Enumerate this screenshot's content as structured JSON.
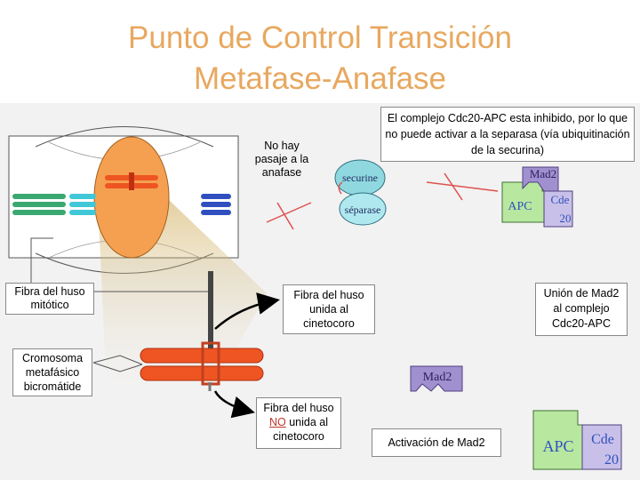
{
  "title": {
    "line1": "Punto de Control Transición",
    "line2": "Metafase-Anafase"
  },
  "labels": {
    "no_pasaje": "No hay pasaje a la anafase",
    "complejo_inhibido": "El complejo Cdc20-APC esta inhibido, por lo que no puede activar a la separasa (vía ubiquitinación de la securina)",
    "fibra_huso_mitotico": "Fibra del huso mitótico",
    "fibra_unida": "Fibra del huso unida al cinetocoro",
    "union_mad2": "Unión de Mad2 al complejo Cdc20-APC",
    "cromosoma": "Cromosoma metafásico bicromátide",
    "fibra_no_unida_pre": "Fibra del huso",
    "fibra_no_unida_no": "NO",
    "fibra_no_unida_post": "unida al cinetocoro",
    "activacion_mad2": "Activación de Mad2"
  },
  "proteins": {
    "securine": "securine",
    "separase": "séparase",
    "mad2": "Mad2",
    "apc": "APC",
    "cde": "Cde",
    "num20": "20"
  },
  "colors": {
    "title": "#e8a860",
    "cell_orange": "#f5a050",
    "chromosome_red": "#ee5522",
    "green_chromo": "#3aa870",
    "cyan_chromo": "#40c8d8",
    "blue_chromo": "#3050c0",
    "mad2_purple": "#a090d0",
    "apc_green": "#b8e8a0",
    "cdc20_lilac": "#c8c0e8",
    "securine_cyan": "#90d8e0",
    "inhibit_red": "#e05050"
  }
}
